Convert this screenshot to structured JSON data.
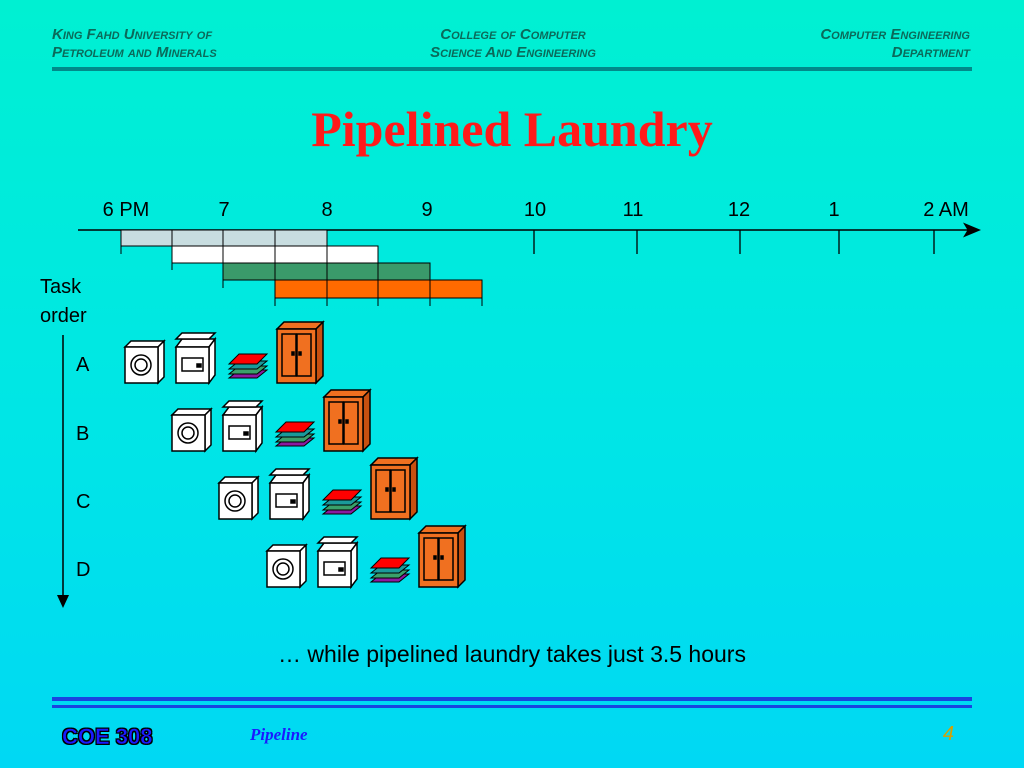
{
  "header": {
    "left_line1": "King Fahd University of",
    "left_line2": "Petroleum and Minerals",
    "mid_line1": "College of Computer",
    "mid_line2": "Science And Engineering",
    "right_line1": "Computer Engineering",
    "right_line2": "Department"
  },
  "title": "Pipelined Laundry",
  "timeline": {
    "labels": [
      "6 PM",
      "7",
      "8",
      "9",
      "10",
      "11",
      "12",
      "1",
      "2 AM"
    ]
  },
  "task_order_label": [
    "Task",
    "order"
  ],
  "tasks": [
    "A",
    "B",
    "C",
    "D"
  ],
  "caption": "… while pipelined laundry takes just 3.5 hours",
  "footer": {
    "course": "COE 308",
    "topic": "Pipeline",
    "page": "4"
  },
  "colors": {
    "title": "#ff1a1a",
    "task_a_bar": "#c8dde0",
    "task_b_bar": "#ffffff",
    "task_c_bar": "#3a9a6a",
    "task_d_bar": "#ff6a00",
    "dryer": "#f07020",
    "folding_top": "#ff0000"
  }
}
